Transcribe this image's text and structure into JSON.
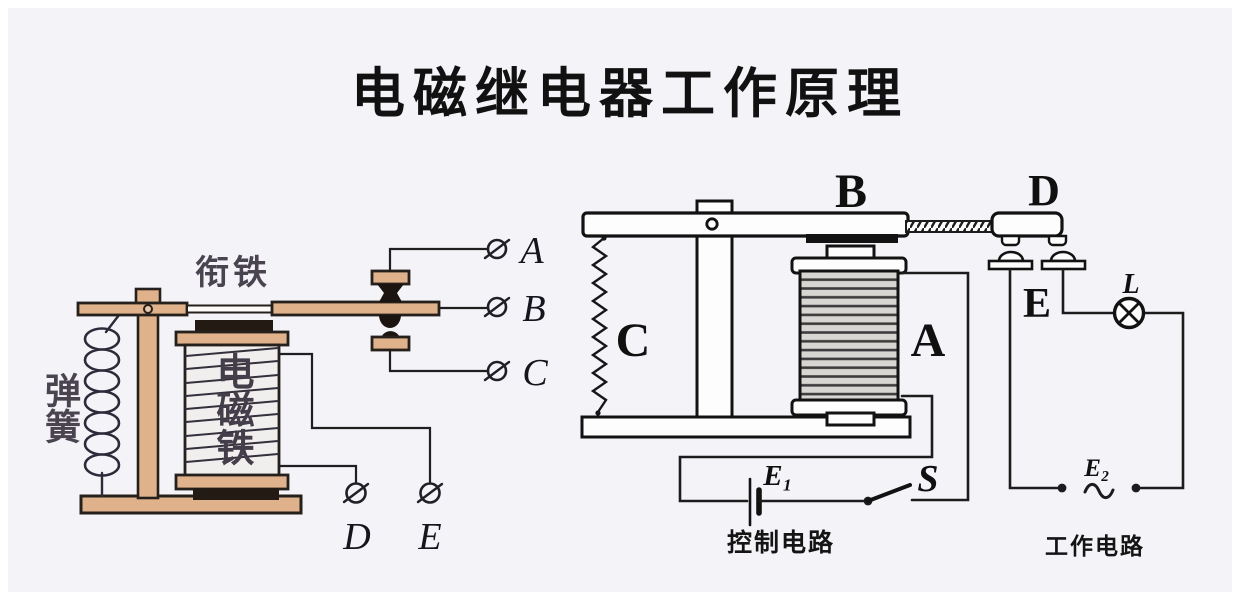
{
  "title": "电磁继电器工作原理",
  "left_diagram": {
    "armature_label": "衔铁",
    "spring_label": "弹簧",
    "coil_label": "电磁铁",
    "terminal_a": "A",
    "terminal_b": "B",
    "terminal_c": "C",
    "terminal_d": "D",
    "terminal_e": "E"
  },
  "right_diagram": {
    "armature_label": "B",
    "contact_bar_label": "D",
    "spring_label": "C",
    "coil_label": "A",
    "contacts_label": "E",
    "lamp_label": "L",
    "battery_label": "E₁",
    "switch_label": "S",
    "source_label": "E₂",
    "control_circuit_caption": "控制电路",
    "working_circuit_caption": "工作电路"
  },
  "colors": {
    "background": "#f4f3f8",
    "wood_tan": "#dfb28b",
    "dark_outline": "#26201c",
    "ink": "#161616",
    "coil_body": "#f1efee",
    "coil_hatch_gray": "#d8d6d3",
    "label_gray": "#4a4450"
  }
}
